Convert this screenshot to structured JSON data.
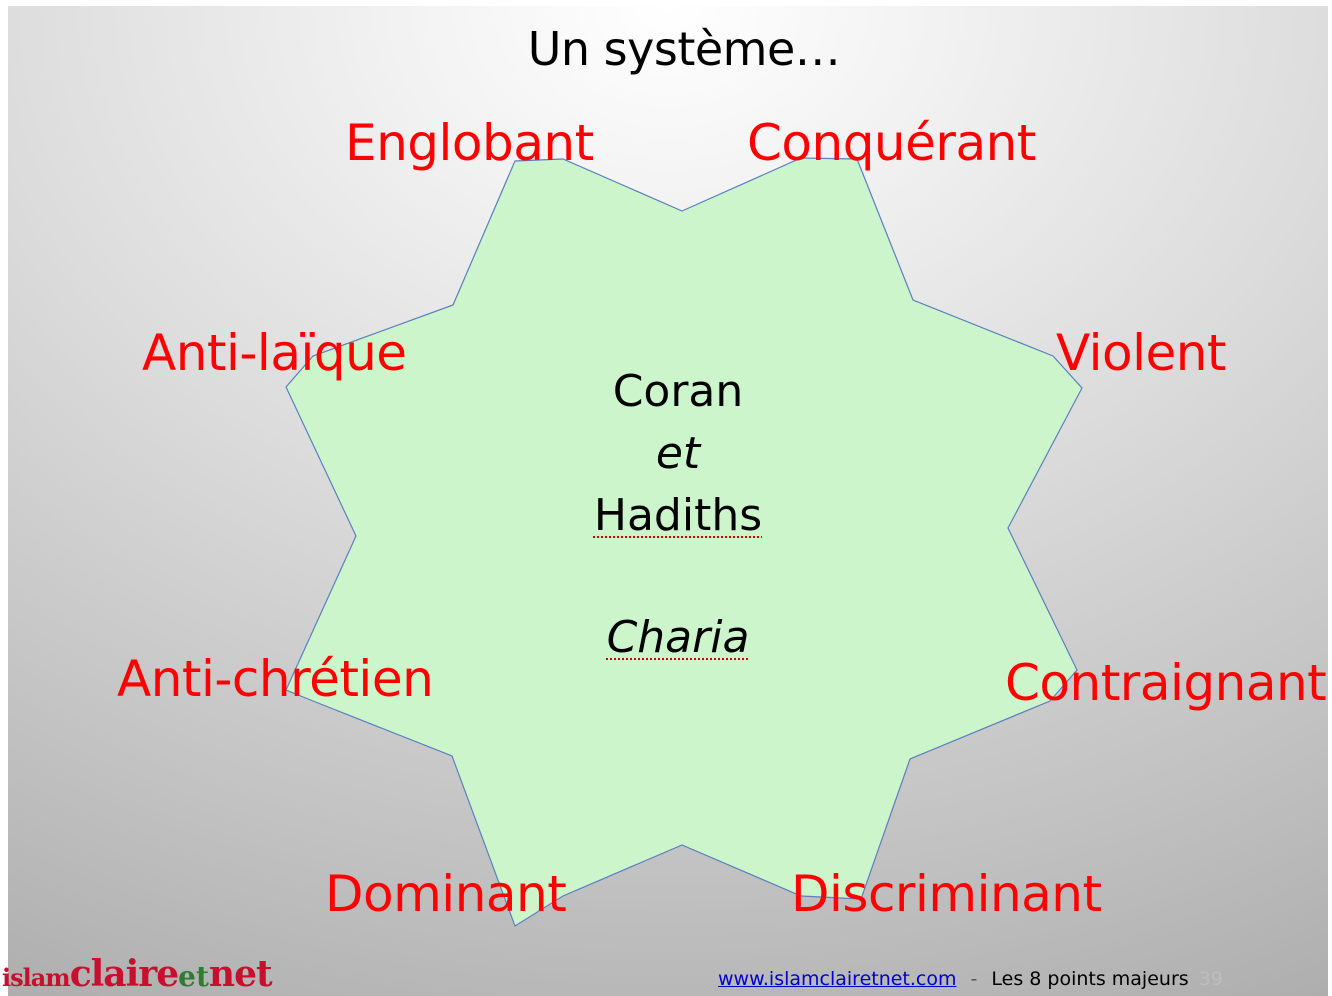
{
  "title": "Un système…",
  "center": {
    "line1": "Coran",
    "line2": "et",
    "line3": "Hadiths",
    "line4": "Charia"
  },
  "traits": [
    "Englobant",
    "Conquérant",
    "Anti-laïque",
    "Violent",
    "Anti-chrétien",
    "Contraignant",
    "Dominant",
    "Discriminant"
  ],
  "logo": {
    "part1": "islam",
    "part2": "claire",
    "part3": "et",
    "part4": "net"
  },
  "footer": {
    "url": "www.islamclairetnet.com",
    "separator": "-",
    "caption": "Les 8 points majeurs",
    "page_number": "39"
  },
  "colors": {
    "trait_text": "#ff0000",
    "star_fill": "#ccf5cc",
    "star_stroke": "#5b7fbf"
  }
}
